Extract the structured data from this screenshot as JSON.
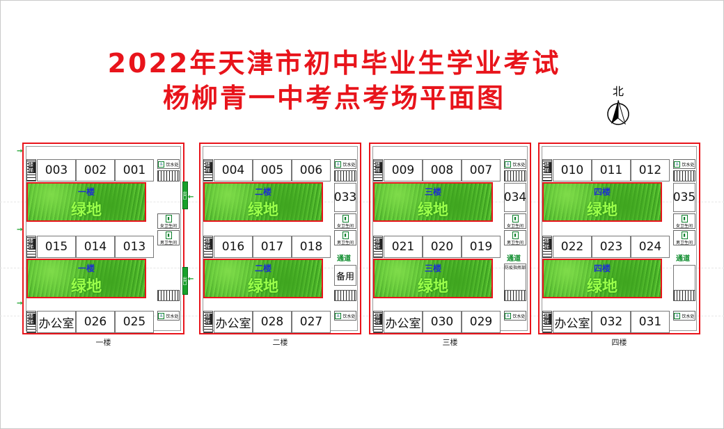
{
  "title_line1": "2022年天津市初中毕业生学业考试",
  "title_line2": "杨柳青一中考点考场平面图",
  "north_label": "北",
  "labels": {
    "greenland": "绿地",
    "tap": "饮水处",
    "female_wc": "女卫生间",
    "male_wc": "男卫生间",
    "passage": "通道",
    "stair": "楼梯",
    "exit": "出口",
    "epidemic": "防疫指挥部"
  },
  "buildings": [
    {
      "floor": "一楼",
      "row1": [
        "003",
        "002",
        "001"
      ],
      "row2": [
        "015",
        "014",
        "013"
      ],
      "row3": [
        "办公室",
        "026",
        "025"
      ],
      "side_room": "",
      "spare": ""
    },
    {
      "floor": "二楼",
      "row1": [
        "004",
        "005",
        "006"
      ],
      "row2": [
        "016",
        "017",
        "018"
      ],
      "row3": [
        "办公室",
        "028",
        "027"
      ],
      "side_room": "033",
      "spare": "备用"
    },
    {
      "floor": "三楼",
      "row1": [
        "009",
        "008",
        "007"
      ],
      "row2": [
        "021",
        "020",
        "019"
      ],
      "row3": [
        "办公室",
        "030",
        "029"
      ],
      "side_room": "034",
      "spare": ""
    },
    {
      "floor": "四楼",
      "row1": [
        "010",
        "011",
        "012"
      ],
      "row2": [
        "022",
        "023",
        "024"
      ],
      "row3": [
        "办公室",
        "032",
        "031"
      ],
      "side_room": "035",
      "spare": ""
    }
  ]
}
